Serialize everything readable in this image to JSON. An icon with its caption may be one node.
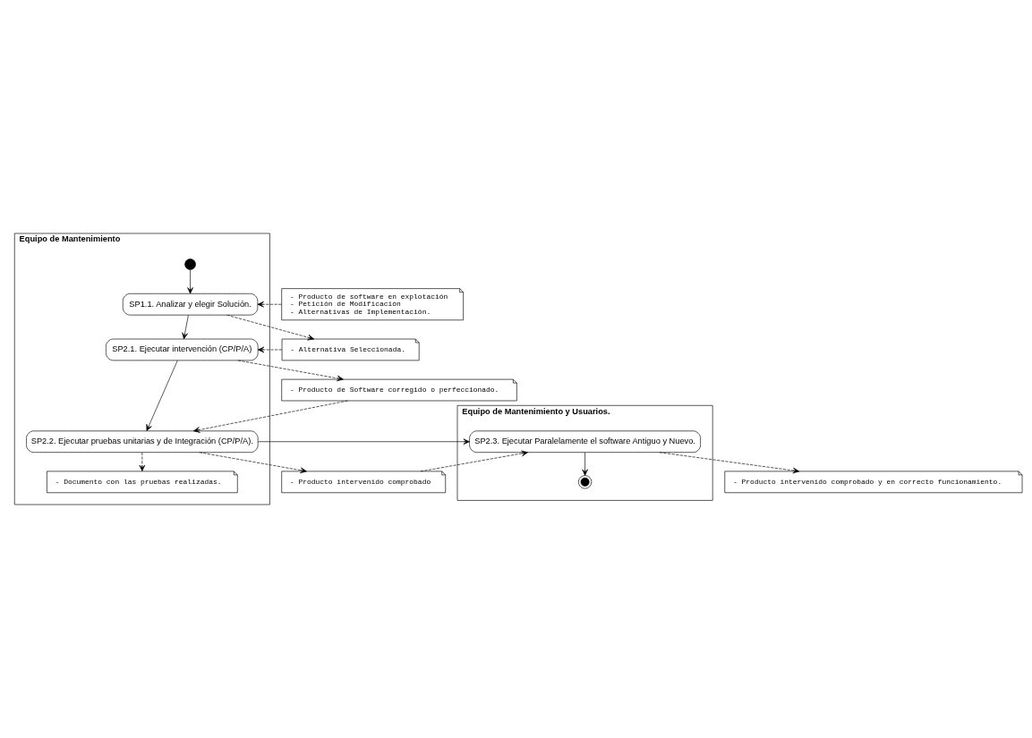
{
  "diagram": {
    "nodes": [
      {
        "text": [
          "Equipo de Mantenimiento"
        ]
      },
      {
        "text": [
          "Equipo de Mantenimiento y Usuarios."
        ]
      },
      {
        "text": [],
        "shape": "circle",
        "in": 0
      },
      {
        "text": [
          "SP1.1. Analizar y elegir Solución."
        ],
        "in": 0
      },
      {
        "text": [
          "- Producto de software en explotación",
          "- Petición de Modificación",
          "- Alternativas de Implementación."
        ]
      },
      {
        "text": [
          "SP2.1. Ejecutar intervención (CP/P/A)"
        ],
        "in": 0
      },
      {
        "text": [
          "- Alternativa Seleccionada."
        ]
      },
      {
        "text": [
          "- Producto de Software corregido o perfeccionado."
        ]
      },
      {
        "text": [
          "SP2.2. Ejecutar pruebas unitarias y de Integración (CP/P/A)."
        ],
        "in": 0
      },
      {
        "text": [
          "- Producto intervenido comprobado y en correcto funcionamiento."
        ]
      },
      {
        "text": [
          "SP2.3. Ejecutar Paralelamente el software Antiguo y Nuevo."
        ],
        "in": 1
      },
      {
        "text": [
          "- Documento con las pruebas realizadas."
        ],
        "in": 0
      },
      {
        "text": [
          "- Producto intervenido comprobado"
        ]
      },
      {
        "text": [],
        "shape": "circle",
        "in": 1
      }
    ],
    "edges": [
      {
        "from": 2,
        "to": 3,
        "arrow": "to"
      },
      {
        "from": 4,
        "to": 3,
        "arrow": "to",
        "style": "dashed"
      },
      {
        "from": 3,
        "to": 6,
        "arrow": "to",
        "style": "dashed"
      },
      {
        "from": 3,
        "to": 5,
        "arrow": "to"
      },
      {
        "from": 6,
        "to": 5,
        "arrow": "to",
        "style": "dashed"
      },
      {
        "from": 5,
        "to": 7,
        "arrow": "to",
        "style": "dashed"
      },
      {
        "from": 5,
        "to": 8,
        "arrow": "to"
      },
      {
        "from": 7,
        "to": 8,
        "arrow": "to",
        "style": "dashed"
      },
      {
        "from": 8,
        "to": 10,
        "arrow": "to"
      },
      {
        "from": 8,
        "to": 11,
        "arrow": "to",
        "style": "dashed"
      },
      {
        "from": 8,
        "to": 12,
        "arrow": "to",
        "style": "dashed"
      },
      {
        "from": 12,
        "to": 10,
        "arrow": "to",
        "style": "dashed"
      },
      {
        "from": 10,
        "to": 9,
        "arrow": "to",
        "style": "dashed"
      },
      {
        "from": 10,
        "to": 13,
        "arrow": "to"
      }
    ]
  }
}
